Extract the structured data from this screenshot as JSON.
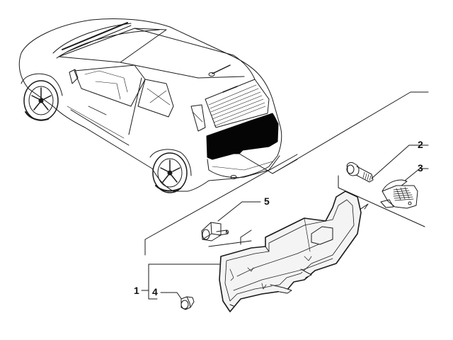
{
  "diagram": {
    "type": "exploded-parts-diagram",
    "subject": "rear tailgate inner trim panel",
    "colors": {
      "line": "#1a1a1a",
      "fill_dark": "#050505",
      "background": "#ffffff",
      "part_fill": "#f4f4f4"
    }
  },
  "callouts": [
    {
      "id": "1",
      "label": "1",
      "part": "tailgate-trim-panel"
    },
    {
      "id": "2",
      "label": "2",
      "part": "bolt"
    },
    {
      "id": "3",
      "label": "3",
      "part": "handle-grip"
    },
    {
      "id": "4",
      "label": "4",
      "part": "push-clip-fastener"
    },
    {
      "id": "5",
      "label": "5",
      "part": "bracket-pin"
    }
  ]
}
